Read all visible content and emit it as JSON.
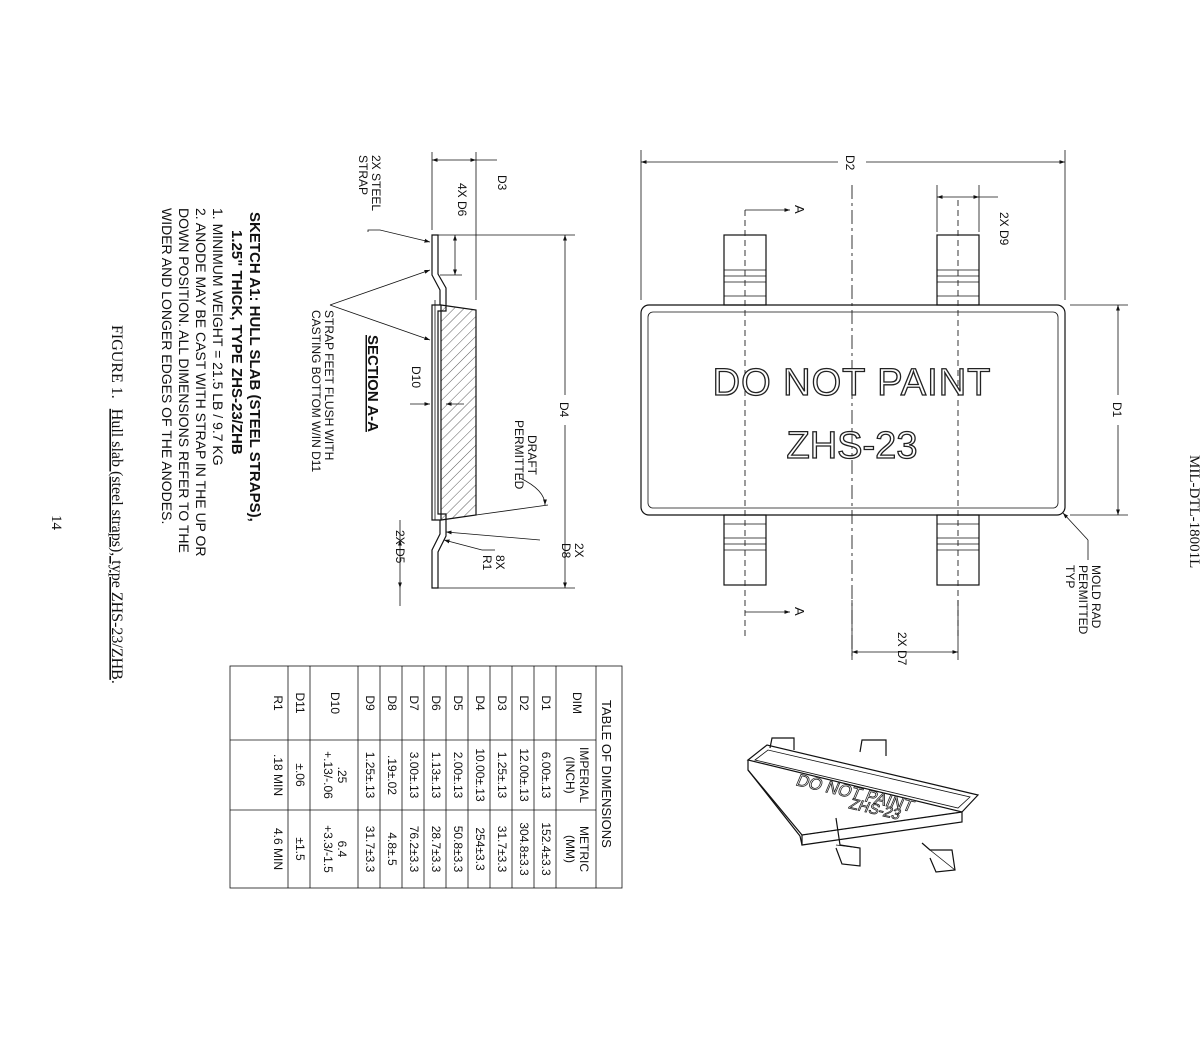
{
  "header": {
    "doc_id": "MIL-DTL-18001L"
  },
  "plan_view": {
    "paint_label": "DO NOT PAINT",
    "type_label": "ZHS-23",
    "dim_D1": "D1",
    "dim_D2": "D2",
    "dim_D7": "2X D7",
    "dim_D9": "2X D9",
    "section_mark": "A",
    "mold_rad_lines": [
      "MOLD RAD",
      "PERMITTED",
      "TYP"
    ]
  },
  "section_view": {
    "title": "SECTION A-A",
    "dim_D3": "D3",
    "dim_D4": "D4",
    "dim_D5": "2X D5",
    "dim_D6": "4X D6",
    "dim_D8_lines": [
      "2X",
      "D8"
    ],
    "dim_R1_lines": [
      "8X",
      "R1"
    ],
    "dim_D10": "D10",
    "steel_strap_lines": [
      "2X STEEL",
      "STRAP"
    ],
    "draft_lines": [
      "DRAFT",
      "PERMITTED"
    ],
    "strap_feet_lines": [
      "STRAP FEET FLUSH WITH",
      "CASTING BOTTOM W/IN D11"
    ]
  },
  "sketch": {
    "title_line1": "SKETCH A1: HULL SLAB (STEEL STRAPS),",
    "title_line2": "1.25\" THICK, TYPE ZHS-23/ZHB",
    "notes": [
      "1.  MINIMUM WEIGHT = 21.5 LB / 9.7 KG",
      "2.  ANODE MAY BE CAST WITH STRAP IN THE UP OR",
      "     DOWN POSITION.  ALL DIMENSIONS REFER TO THE",
      "     WIDER AND LONGER EDGES OF THE ANODES."
    ]
  },
  "figure": {
    "prefix": "FIGURE 1.",
    "caption": "Hull slab (steel straps), type ZHS-23/ZHB",
    "suffix": ".",
    "page_number": "14"
  },
  "table": {
    "title": "TABLE OF DIMENSIONS",
    "headers": {
      "dim": "DIM",
      "imperial": [
        "IMPERIAL",
        "(INCH)"
      ],
      "metric": [
        "METRIC",
        "(MM)"
      ]
    },
    "rows": [
      {
        "dim": "D1",
        "imperial": "6.00±.13",
        "metric": "152.4±3.3"
      },
      {
        "dim": "D2",
        "imperial": "12.00±.13",
        "metric": "304.8±3.3"
      },
      {
        "dim": "D3",
        "imperial": "1.25±.13",
        "metric": "31.7±3.3"
      },
      {
        "dim": "D4",
        "imperial": "10.00±.13",
        "metric": "254±3.3"
      },
      {
        "dim": "D5",
        "imperial": "2.00±.13",
        "metric": "50.8±3.3"
      },
      {
        "dim": "D6",
        "imperial": "1.13±.13",
        "metric": "28.7±3.3"
      },
      {
        "dim": "D7",
        "imperial": "3.00±.13",
        "metric": "76.2±3.3"
      },
      {
        "dim": "D8",
        "imperial": ".19±.02",
        "metric": "4.8±.5"
      },
      {
        "dim": "D9",
        "imperial": "1.25±.13",
        "metric": "31.7±3.3"
      },
      {
        "dim": "D10",
        "imperial": [
          ".25",
          "+.13/-.06"
        ],
        "metric": [
          "6.4",
          "+3.3/-1.5"
        ]
      },
      {
        "dim": "D11",
        "imperial": "±.06",
        "metric": "±1.5"
      },
      {
        "dim": "R1",
        "imperial": ".18 MIN",
        "metric": "4.6 MIN"
      }
    ]
  }
}
